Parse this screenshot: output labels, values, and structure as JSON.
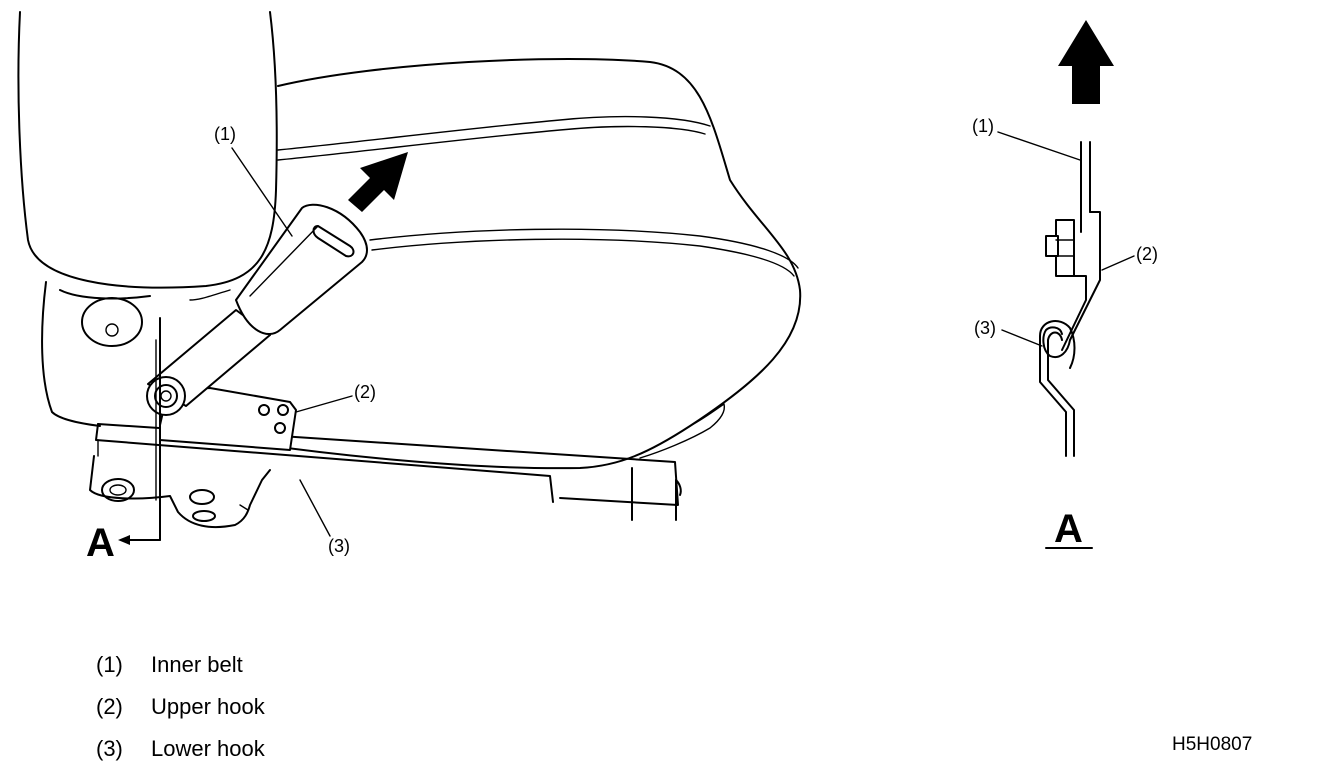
{
  "callouts": {
    "left_1": "(1)",
    "left_2": "(2)",
    "left_3": "(3)",
    "left_view": "A",
    "right_1": "(1)",
    "right_2": "(2)",
    "right_3": "(3)",
    "right_view": "A"
  },
  "legend": [
    {
      "num": "(1)",
      "label": "Inner belt"
    },
    {
      "num": "(2)",
      "label": "Upper hook"
    },
    {
      "num": "(3)",
      "label": "Lower hook"
    }
  ],
  "figure_code": "H5H0807",
  "icons": {
    "main_arrow": "bold-arrow-up-right-icon",
    "detail_arrow": "bold-arrow-up-icon",
    "view_arrow": "arrow-left-icon"
  }
}
